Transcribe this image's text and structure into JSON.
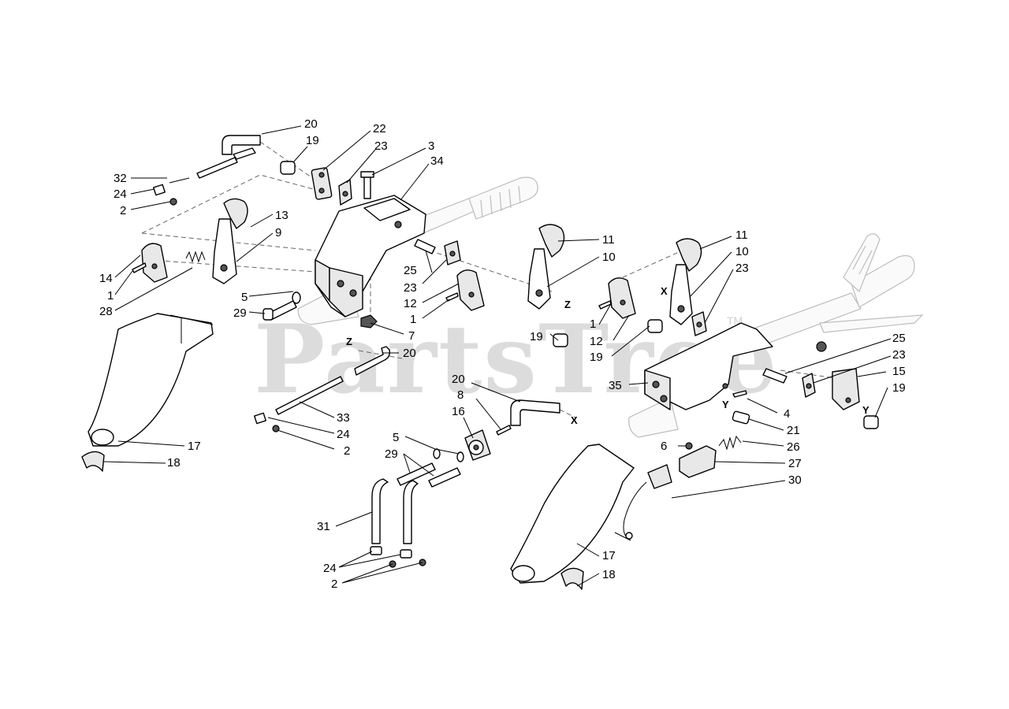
{
  "watermark": {
    "text": "PartsTree",
    "tm": "TM"
  },
  "markers": {
    "x": "X",
    "y": "Y",
    "z": "Z"
  },
  "callouts": {
    "c20_top": "20",
    "c19_top": "19",
    "c22": "22",
    "c23_top": "23",
    "c3": "3",
    "c34": "34",
    "c32": "32",
    "c24_left": "24",
    "c2_left": "2",
    "c13": "13",
    "c9": "9",
    "c14": "14",
    "c1_left": "1",
    "c28": "28",
    "c25_mid": "25",
    "c23_mid": "23",
    "c12_mid": "12",
    "c1_mid": "1",
    "c11_mid": "11",
    "c10_mid": "10",
    "c19_mid": "19",
    "c5_left": "5",
    "c29_left": "29",
    "c7": "7",
    "c20_z": "20",
    "c33": "33",
    "c24_mid": "24",
    "c2_mid": "2",
    "c17_left": "17",
    "c18_left": "18",
    "c20_x": "20",
    "c8": "8",
    "c16": "16",
    "c5_low": "5",
    "c29_low": "29",
    "c31": "31",
    "c24_low": "24",
    "c2_low": "2",
    "c11_right": "11",
    "c10_right": "10",
    "c23_right": "23",
    "c1_right": "1",
    "c12_right": "12",
    "c19_right": "19",
    "c25_right": "25",
    "c23_right2": "23",
    "c15": "15",
    "c19_far": "19",
    "c35": "35",
    "c4": "4",
    "c21": "21",
    "c26": "26",
    "c6": "6",
    "c27": "27",
    "c30": "30",
    "c17_right": "17",
    "c18_right": "18"
  }
}
